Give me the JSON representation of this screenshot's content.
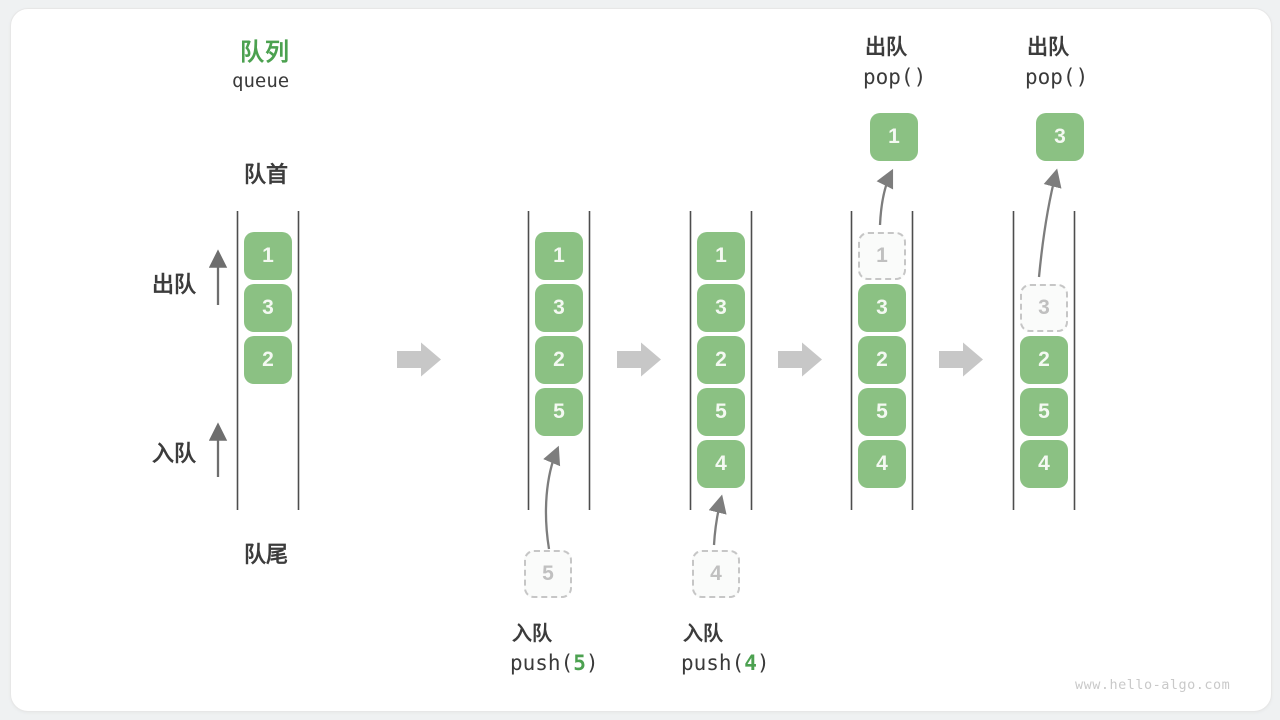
{
  "title": {
    "zh": "队列",
    "en": "queue"
  },
  "labels": {
    "front": "队首",
    "rear": "队尾",
    "dequeue_side": "出队",
    "enqueue_side": "入队"
  },
  "operations": {
    "push5": {
      "label": "入队",
      "fn_open": "push(",
      "arg": "5",
      "fn_close": ")"
    },
    "push4": {
      "label": "入队",
      "fn_open": "push(",
      "arg": "4",
      "fn_close": ")"
    },
    "pop1": {
      "label": "出队",
      "code": "pop()"
    },
    "pop2": {
      "label": "出队",
      "code": "pop()"
    }
  },
  "queues": {
    "q1": {
      "cells": [
        "1",
        "3",
        "2"
      ]
    },
    "q2": {
      "cells": [
        "1",
        "3",
        "2",
        "5"
      ],
      "ghost": "5"
    },
    "q3": {
      "cells": [
        "1",
        "3",
        "2",
        "5",
        "4"
      ],
      "ghost": "4"
    },
    "q4": {
      "ghost": "1",
      "cells": [
        "3",
        "2",
        "5",
        "4"
      ],
      "popped": "1"
    },
    "q5": {
      "ghost": "3",
      "cells": [
        "2",
        "5",
        "4"
      ],
      "popped": "3"
    }
  },
  "watermark": "www.hello-algo.com",
  "colors": {
    "cell_green": "#8bc183",
    "title_green": "#4ca150",
    "ghost_gray": "#c6c6c6",
    "thin_arrow_gray": "#7d7d7d",
    "block_arrow_gray": "#c7c7c7",
    "line_dark": "#4d4d4d"
  }
}
